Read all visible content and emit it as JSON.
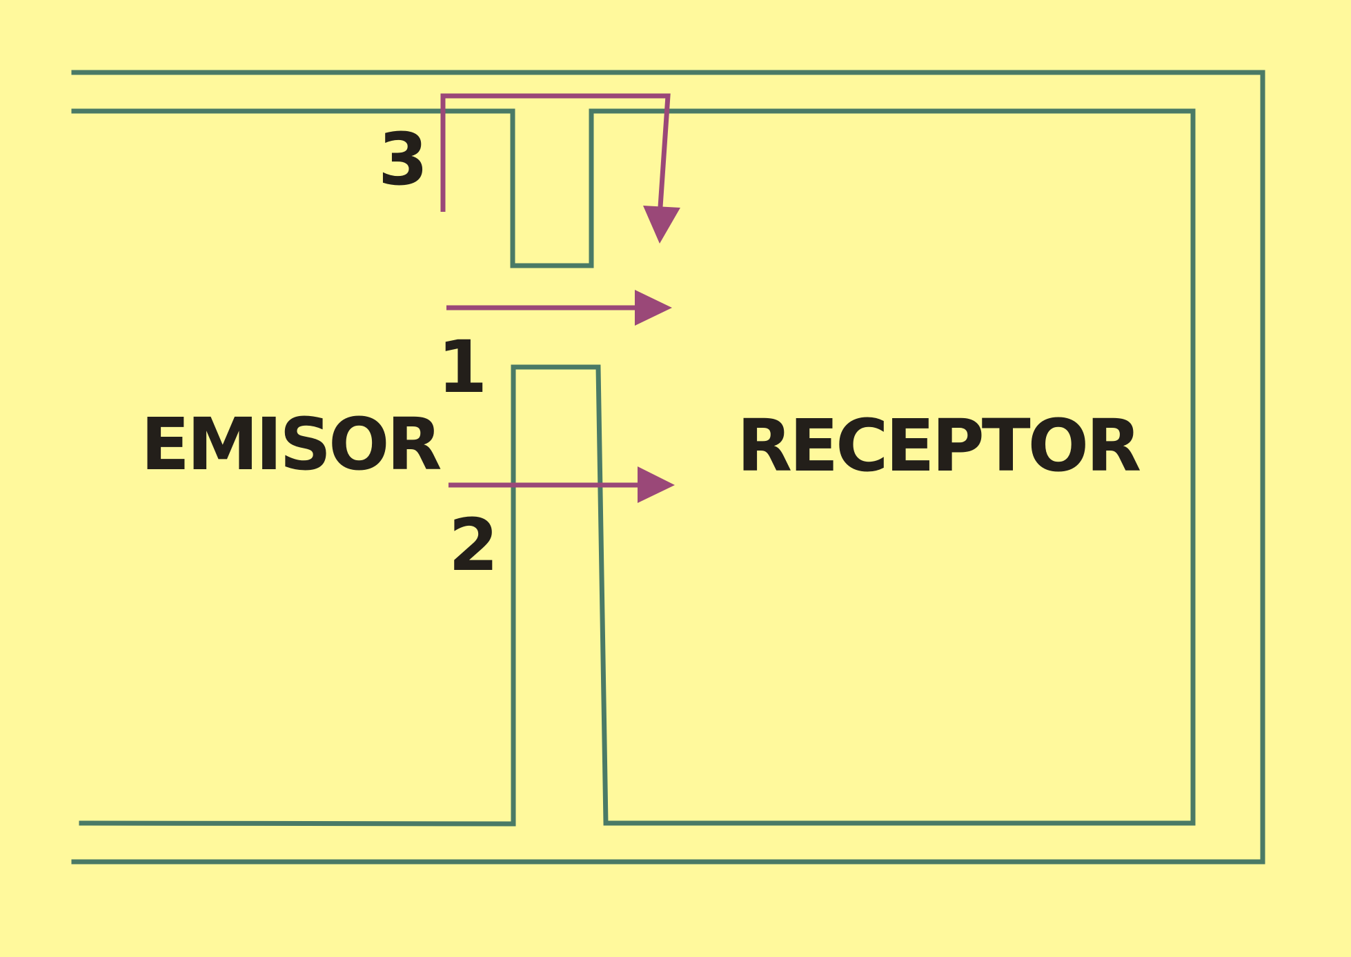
{
  "labels": {
    "emitter": "EMISOR",
    "receiver": "RECEPTOR",
    "path_1": "1",
    "path_2": "2",
    "path_3": "3"
  },
  "colors": {
    "background": "#FFF99C",
    "walls": "#4A7A66",
    "rays": "#9A4878",
    "text": "#231F1A"
  }
}
